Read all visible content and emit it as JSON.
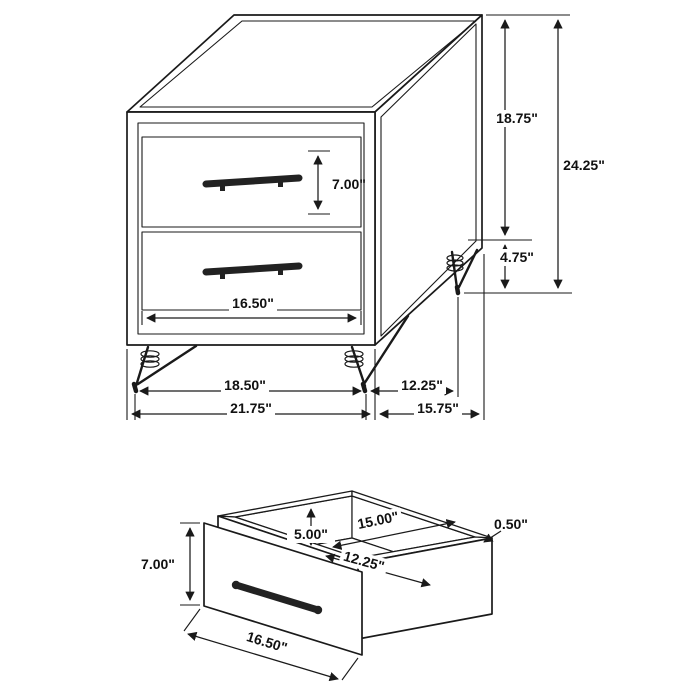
{
  "page": {
    "background": "#ffffff"
  },
  "colors": {
    "line": "#1a1a1a",
    "text": "#111111",
    "handle": "#222222"
  },
  "nightstand": {
    "name": "two-drawer nightstand dimension drawing",
    "labels": {
      "drawer_front_height": "7.00\"",
      "cabinet_height": "18.75\"",
      "overall_height": "24.25\"",
      "leg_height": "4.75\"",
      "drawer_width": "16.50\"",
      "leg_span_width": "18.50\"",
      "leg_span_depth": "12.25\"",
      "overall_width": "21.75\"",
      "overall_depth": "15.75\""
    }
  },
  "drawer": {
    "name": "drawer box dimension drawing",
    "labels": {
      "front_height": "7.00\"",
      "interior_height": "5.00\"",
      "interior_width": "15.00\"",
      "wall_thickness": "0.50\"",
      "interior_depth": "12.25\"",
      "front_width": "16.50\""
    }
  }
}
